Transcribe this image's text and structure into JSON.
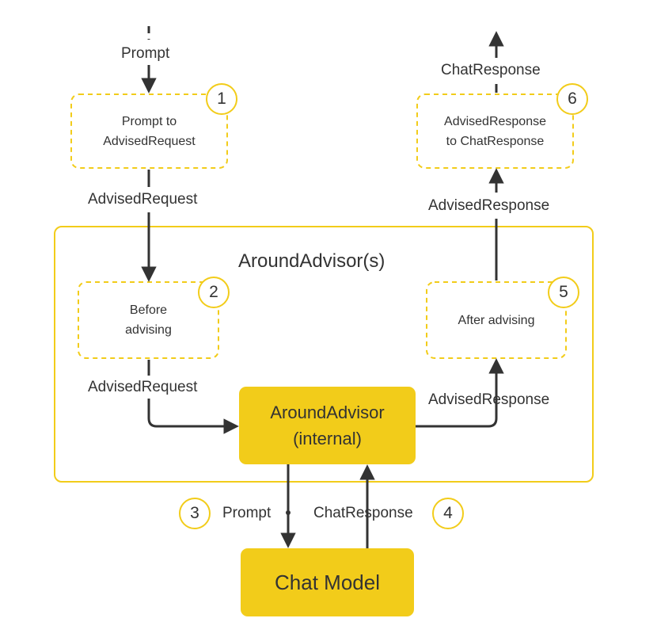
{
  "colors": {
    "accent": "#f2cc1a",
    "solid_fill": "#f2cc1a",
    "line": "#333333",
    "text": "#333333"
  },
  "group": {
    "title": "AroundAdvisor(s)"
  },
  "steps": {
    "s1": {
      "number": "1",
      "line1": "Prompt to",
      "line2": "AdvisedRequest"
    },
    "s2": {
      "number": "2",
      "line1": "Before",
      "line2": "advising"
    },
    "s5": {
      "number": "5",
      "line1": "After advising"
    },
    "s6": {
      "number": "6",
      "line1": "AdvisedResponse",
      "line2": "to ChatResponse"
    }
  },
  "internal": {
    "line1": "AroundAdvisor",
    "line2": "(internal)"
  },
  "chat_model": {
    "label": "Chat Model"
  },
  "badges": {
    "b3": "3",
    "b4": "4"
  },
  "labels": {
    "prompt_in": "Prompt",
    "advised_request_1": "AdvisedRequest",
    "advised_request_2": "AdvisedRequest",
    "advised_response_internal": "AdvisedResponse",
    "advised_response_out": "AdvisedResponse",
    "chat_response_out": "ChatResponse",
    "prompt_to_model": "Prompt",
    "chat_response_from_model": "ChatResponse"
  }
}
